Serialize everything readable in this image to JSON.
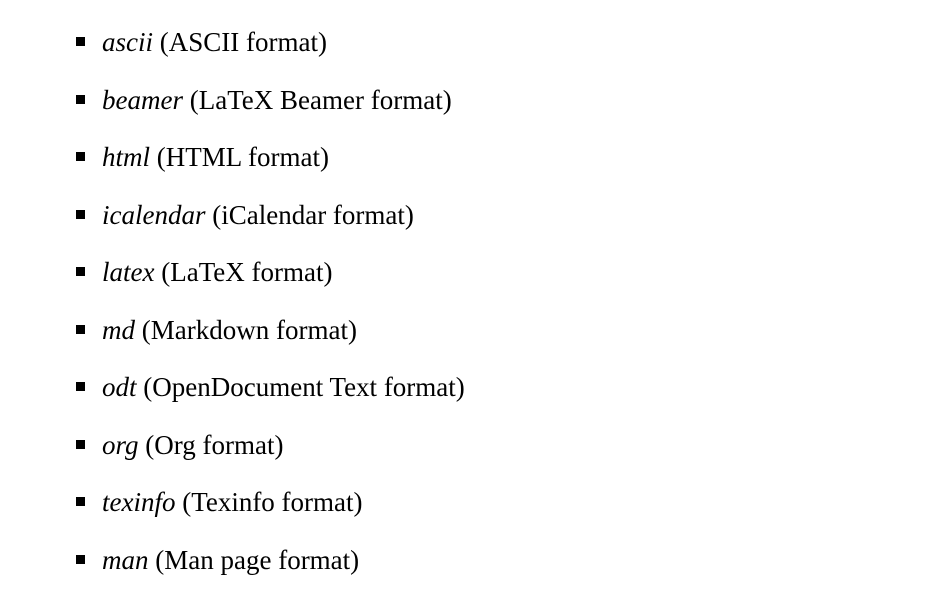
{
  "formats": [
    {
      "name": "ascii",
      "description": "(ASCII format)"
    },
    {
      "name": "beamer",
      "description": "(LaTeX Beamer format)"
    },
    {
      "name": "html",
      "description": "(HTML format)"
    },
    {
      "name": "icalendar",
      "description": "(iCalendar format)"
    },
    {
      "name": "latex",
      "description": "(LaTeX format)"
    },
    {
      "name": "md",
      "description": "(Markdown format)"
    },
    {
      "name": "odt",
      "description": "(OpenDocument Text format)"
    },
    {
      "name": "org",
      "description": "(Org format)"
    },
    {
      "name": "texinfo",
      "description": "(Texinfo format)"
    },
    {
      "name": "man",
      "description": "(Man page format)"
    }
  ]
}
